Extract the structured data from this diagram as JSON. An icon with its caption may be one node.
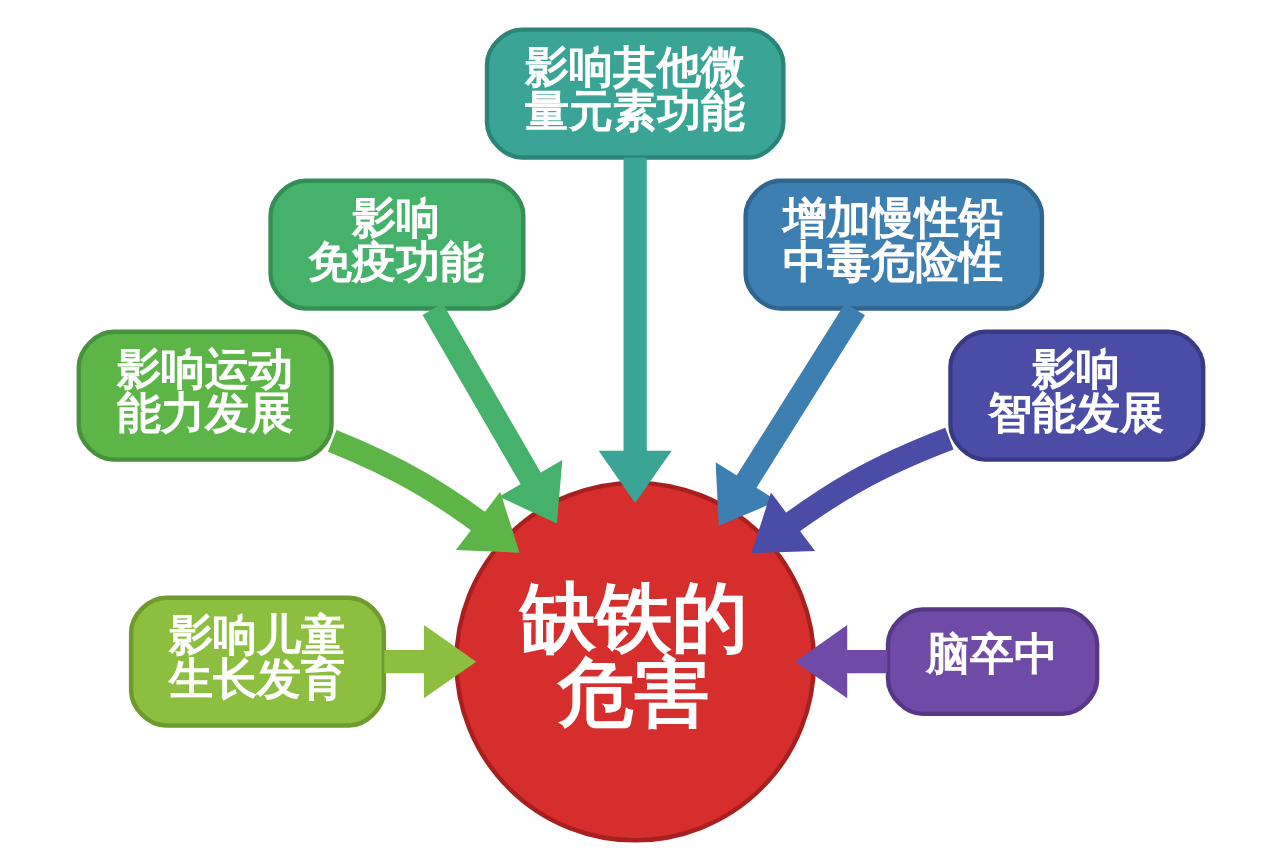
{
  "diagram": {
    "nodes": [
      {
        "text": [
          "影响儿童生长发育"
        ]
      },
      {
        "text": [
          "影响运动能力发展"
        ]
      },
      {
        "text": [
          "影响免疫功能"
        ]
      },
      {
        "text": [
          "影响其他微量元素功能"
        ]
      },
      {
        "text": [
          "增加慢性铅中毒危险性"
        ]
      },
      {
        "text": [
          "影响智能发展"
        ]
      },
      {
        "text": [
          "脑卒中"
        ]
      },
      {
        "text": [
          "缺铁的危害"
        ]
      }
    ],
    "edges": [
      {
        "from": 0,
        "to": 7,
        "arrow": "to",
        "color": "#8cbf3f"
      },
      {
        "from": 1,
        "to": 7,
        "arrow": "to",
        "color": "#5db548"
      },
      {
        "from": 2,
        "to": 7,
        "arrow": "to",
        "color": "#46b16b"
      },
      {
        "from": 3,
        "to": 7,
        "arrow": "to",
        "color": "#3aa597"
      },
      {
        "from": 4,
        "to": 7,
        "arrow": "to",
        "color": "#3e7fb2"
      },
      {
        "from": 5,
        "to": 7,
        "arrow": "to",
        "color": "#4b4ca6"
      },
      {
        "from": 6,
        "to": 7,
        "arrow": "to",
        "color": "#6f4aa6"
      }
    ]
  }
}
